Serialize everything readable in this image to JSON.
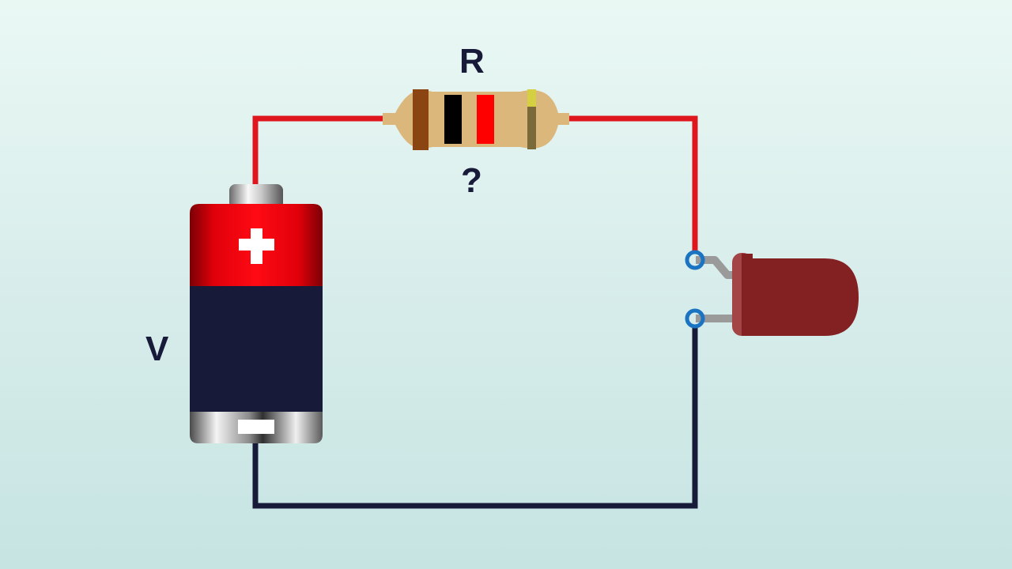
{
  "labels": {
    "resistor": "R",
    "resistor_value": "?",
    "battery": "V"
  },
  "components": {
    "battery": {
      "positive_symbol": "+",
      "negative_symbol": "-"
    },
    "resistor": {
      "bands": [
        "brown",
        "black",
        "red",
        "gold"
      ]
    },
    "led": {
      "color": "red"
    }
  },
  "colors": {
    "positive_wire": "#e0161f",
    "negative_wire": "#171a38",
    "battery_top": "#e8000a",
    "battery_body": "#171a38",
    "resistor_body": "#dbb77c",
    "band_brown": "#8b4513",
    "band_black": "#000000",
    "band_red": "#ff0000",
    "band_gold": "#c9b640",
    "led_body": "#832022",
    "led_lead": "#999999",
    "terminal": "#1b74c2"
  }
}
